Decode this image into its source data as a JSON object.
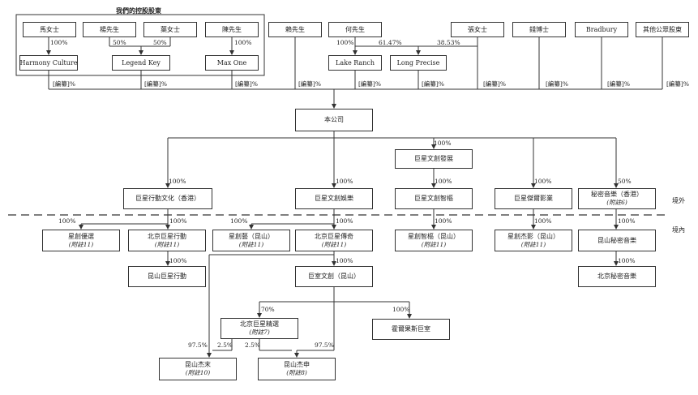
{
  "control_group_title": "我們的控股股東",
  "boxes": {
    "ma": {
      "text": "馬女士"
    },
    "yang": {
      "text": "楊先生"
    },
    "ye": {
      "text": "葉女士"
    },
    "chen": {
      "text": "陳先生"
    },
    "lai": {
      "text": "賴先生"
    },
    "he": {
      "text": "何先生"
    },
    "zhang": {
      "text": "張女士"
    },
    "qian": {
      "text": "錢博士"
    },
    "bradbury": {
      "text": "Bradbury"
    },
    "public": {
      "text": "其他公眾股東"
    },
    "harmony": {
      "text": "Harmony Culture"
    },
    "legend": {
      "text": "Legend Key"
    },
    "maxone": {
      "text": "Max One"
    },
    "lakeranch": {
      "text": "Lake Ranch"
    },
    "longprecise": {
      "text": "Long Precise"
    },
    "company": {
      "text": "本公司"
    },
    "jxwcfz": {
      "text": "巨星文創發展"
    },
    "jxxd_hk": {
      "text": "巨星行動文化（香港）"
    },
    "jxwcyl": {
      "text": "巨星文創娛樂"
    },
    "jxwczy": {
      "text": "巨星文創智樞"
    },
    "jxjeyy": {
      "text": "巨星傑爾影業"
    },
    "mmyy_hk": {
      "text": "秘密音樂（香港）",
      "note": "(附註6)"
    },
    "xcyy": {
      "text": "星創優選",
      "note": "(附註11)"
    },
    "bjjxxd": {
      "text": "北京巨星行動",
      "note": "(附註11)"
    },
    "xcy_ks": {
      "text": "星創藝（昆山）",
      "note": "(附註11)"
    },
    "bjjxcq": {
      "text": "北京巨星傳奇",
      "note": "(附註11)"
    },
    "xczs_ks": {
      "text": "星創智樞（昆山）",
      "note": "(附註11)"
    },
    "xcjy_ks": {
      "text": "星創杰影（昆山）",
      "note": "(附註11)"
    },
    "ksmmyy": {
      "text": "昆山秘密音樂"
    },
    "ksjxxd": {
      "text": "昆山巨星行動"
    },
    "jswc_ks": {
      "text": "巨室文創（昆山）"
    },
    "bjmmyy": {
      "text": "北京秘密音樂"
    },
    "bjjxjx": {
      "text": "北京巨星精選",
      "note": "(附註7)"
    },
    "hegs": {
      "text": "霍爾果斯巨室"
    },
    "ksjm": {
      "text": "昆山杰末",
      "note": "(附註10)"
    },
    "ksjs": {
      "text": "昆山杰申",
      "note": "(附註8)"
    }
  },
  "labels": {
    "ma_pct": "100%",
    "yang_pct": "50%",
    "ye_pct": "50%",
    "chen_pct": "100%",
    "he_lake": "100%",
    "he_long": "61.47%",
    "zhang_long": "38.53%",
    "harmony_co": "[編纂]%",
    "legend_co": "[編纂]%",
    "maxone_co": "[編纂]%",
    "lai_co": "[編纂]%",
    "lakeranch_co": "[編纂]%",
    "longprecise_co": "[編纂]%",
    "zhang_co": "[編纂]%",
    "qian_co": "[編纂]%",
    "bradbury_co": "[編纂]%",
    "public_co": "[編纂]%",
    "co_fz": "100%",
    "co_hk": "100%",
    "co_yl": "100%",
    "fz_zs": "100%",
    "co_jey": "100%",
    "co_mm": "50%",
    "hk_xcyy": "100%",
    "hk_bjxd": "100%",
    "yl_xcy": "100%",
    "yl_bjcq": "100%",
    "zs_xczs": "100%",
    "jey_xcjy": "100%",
    "mm_ksmm": "100%",
    "bjxd_ksxd": "100%",
    "bjcq_jswc": "100%",
    "ksmm_bjmm": "100%",
    "jswc_jx": "70%",
    "jswc_hegs": "100%",
    "cq_jm": "97.5%",
    "jx_jm": "2.5%",
    "jx_js": "2.5%",
    "jswc_js": "97.5%"
  },
  "side_labels": {
    "offshore": "境外",
    "onshore": "境內"
  }
}
